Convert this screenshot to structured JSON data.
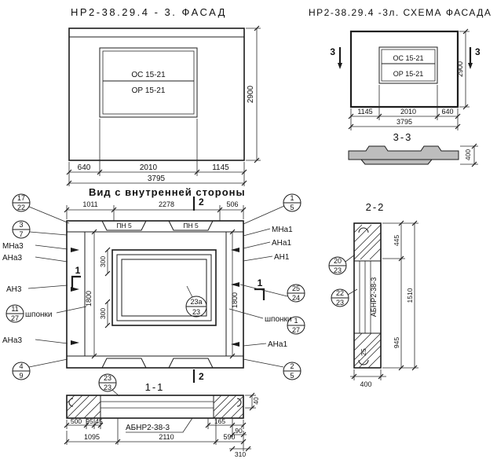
{
  "facade": {
    "title": "НР2-38.29.4 - 3. ФАСАД",
    "window_label_top": "ОС 15-21",
    "window_label_bottom": "ОР 15-21",
    "dim_height": "2900",
    "dim_segments": [
      "640",
      "2010",
      "1145"
    ],
    "dim_total": "3795"
  },
  "scheme": {
    "title": "НР2-38.29.4 -3л. СХЕМА ФАСАДА",
    "window_label_top": "ОС 15-21",
    "window_label_bottom": "ОР 15-21",
    "dim_height": "2900",
    "dim_segments": [
      "1145",
      "2010",
      "640"
    ],
    "dim_total": "3795",
    "section_marker": "3",
    "section_title": "3-3",
    "profile_dim": "400"
  },
  "inner_view": {
    "title": "Вид с внутренней стороны",
    "dim_top_segments": [
      "1011",
      "2278",
      "506"
    ],
    "joint_label_left": "ПН 5",
    "joint_label_right": "ПН 5",
    "dim_side_left": "1800",
    "dim_side_right": "1800",
    "dim_window_top": "300",
    "dim_window_bottom": "300",
    "section_marker_1": "1",
    "section_marker_2": "2",
    "left_callouts": {
      "c17_22": [
        "17",
        "22"
      ],
      "c3_7": [
        "3",
        "7"
      ],
      "mna3": "МНа3",
      "ana3_upper": "АНа3",
      "an3": "АН3",
      "c11_27": [
        "11",
        "27"
      ],
      "shponki": "шпонки",
      "ana3_lower": "АНа3",
      "c4_9": [
        "4",
        "9"
      ]
    },
    "right_callouts": {
      "c1_5": [
        "1",
        "5"
      ],
      "mna1": "МНа1",
      "ana1_upper": "АНа1",
      "an1": "АН1",
      "c25_24": [
        "25",
        "24"
      ],
      "shponki": "шпонки",
      "c1_27": [
        "1",
        "27"
      ],
      "ana1_lower": "АНа1",
      "c2_5": [
        "2",
        "5"
      ]
    },
    "center_callout": [
      "23а",
      "23"
    ]
  },
  "section_2_2": {
    "title": "2-2",
    "callout_upper": [
      "20",
      "23"
    ],
    "callout_lower": [
      "22",
      "23"
    ],
    "part_label": "АБНР2-38-3",
    "dim_top": "445",
    "dim_full": "1510",
    "dim_bottom": "945",
    "dim_offset": "25",
    "dim_width": "400"
  },
  "section_1_1": {
    "title": "1-1",
    "callout": [
      "23",
      "23"
    ],
    "part_label": "АБНР2-38-3",
    "dim_top_offset": "40",
    "dims_left": [
      "500",
      "95",
      "45"
    ],
    "dims_right": [
      "165",
      "90"
    ],
    "dim_segments": [
      "1095",
      "2110",
      "590"
    ],
    "dim_extra": "310"
  }
}
